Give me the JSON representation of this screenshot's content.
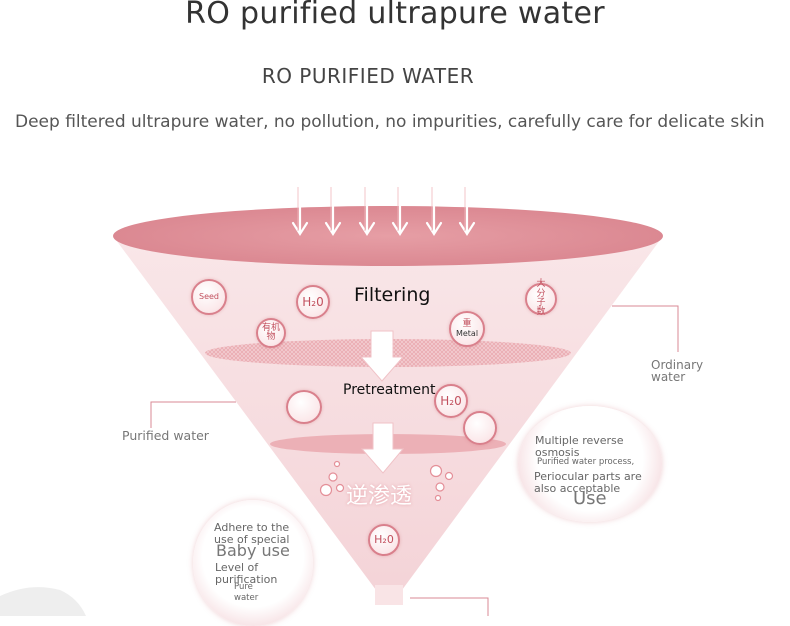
{
  "header": {
    "title": "RO purified ultrapure water",
    "subtitle": "RO PURIFIED WATER",
    "description": "Deep filtered ultrapure water, no pollution, no impurities, carefully care for delicate skin"
  },
  "stages": {
    "filtering": "Filtering",
    "pretreatment": "Pretreatment",
    "reverse_osmosis": "逆渗透"
  },
  "particles": {
    "h2o": "H₂0",
    "metal_cn": "重",
    "metal": "Metal",
    "organic": "有机物",
    "macromolecule": "大分子数",
    "seed": "Seed"
  },
  "side_labels": {
    "ordinary_water": "Ordinary water",
    "purified_water": "Purified water"
  },
  "use_bubble": {
    "line1": "Multiple reverse osmosis",
    "line2": "Purified water process,",
    "line3": "Periocular parts are also acceptable",
    "title": "Use"
  },
  "baby_bubble": {
    "line1": "Adhere to the use of special",
    "title": "Baby use",
    "line2": "Level of purification",
    "line3": "Pure water"
  },
  "colors": {
    "accent": "#e0949c",
    "funnel_top": "#e59aa2",
    "funnel_body": "#f7dde0"
  }
}
